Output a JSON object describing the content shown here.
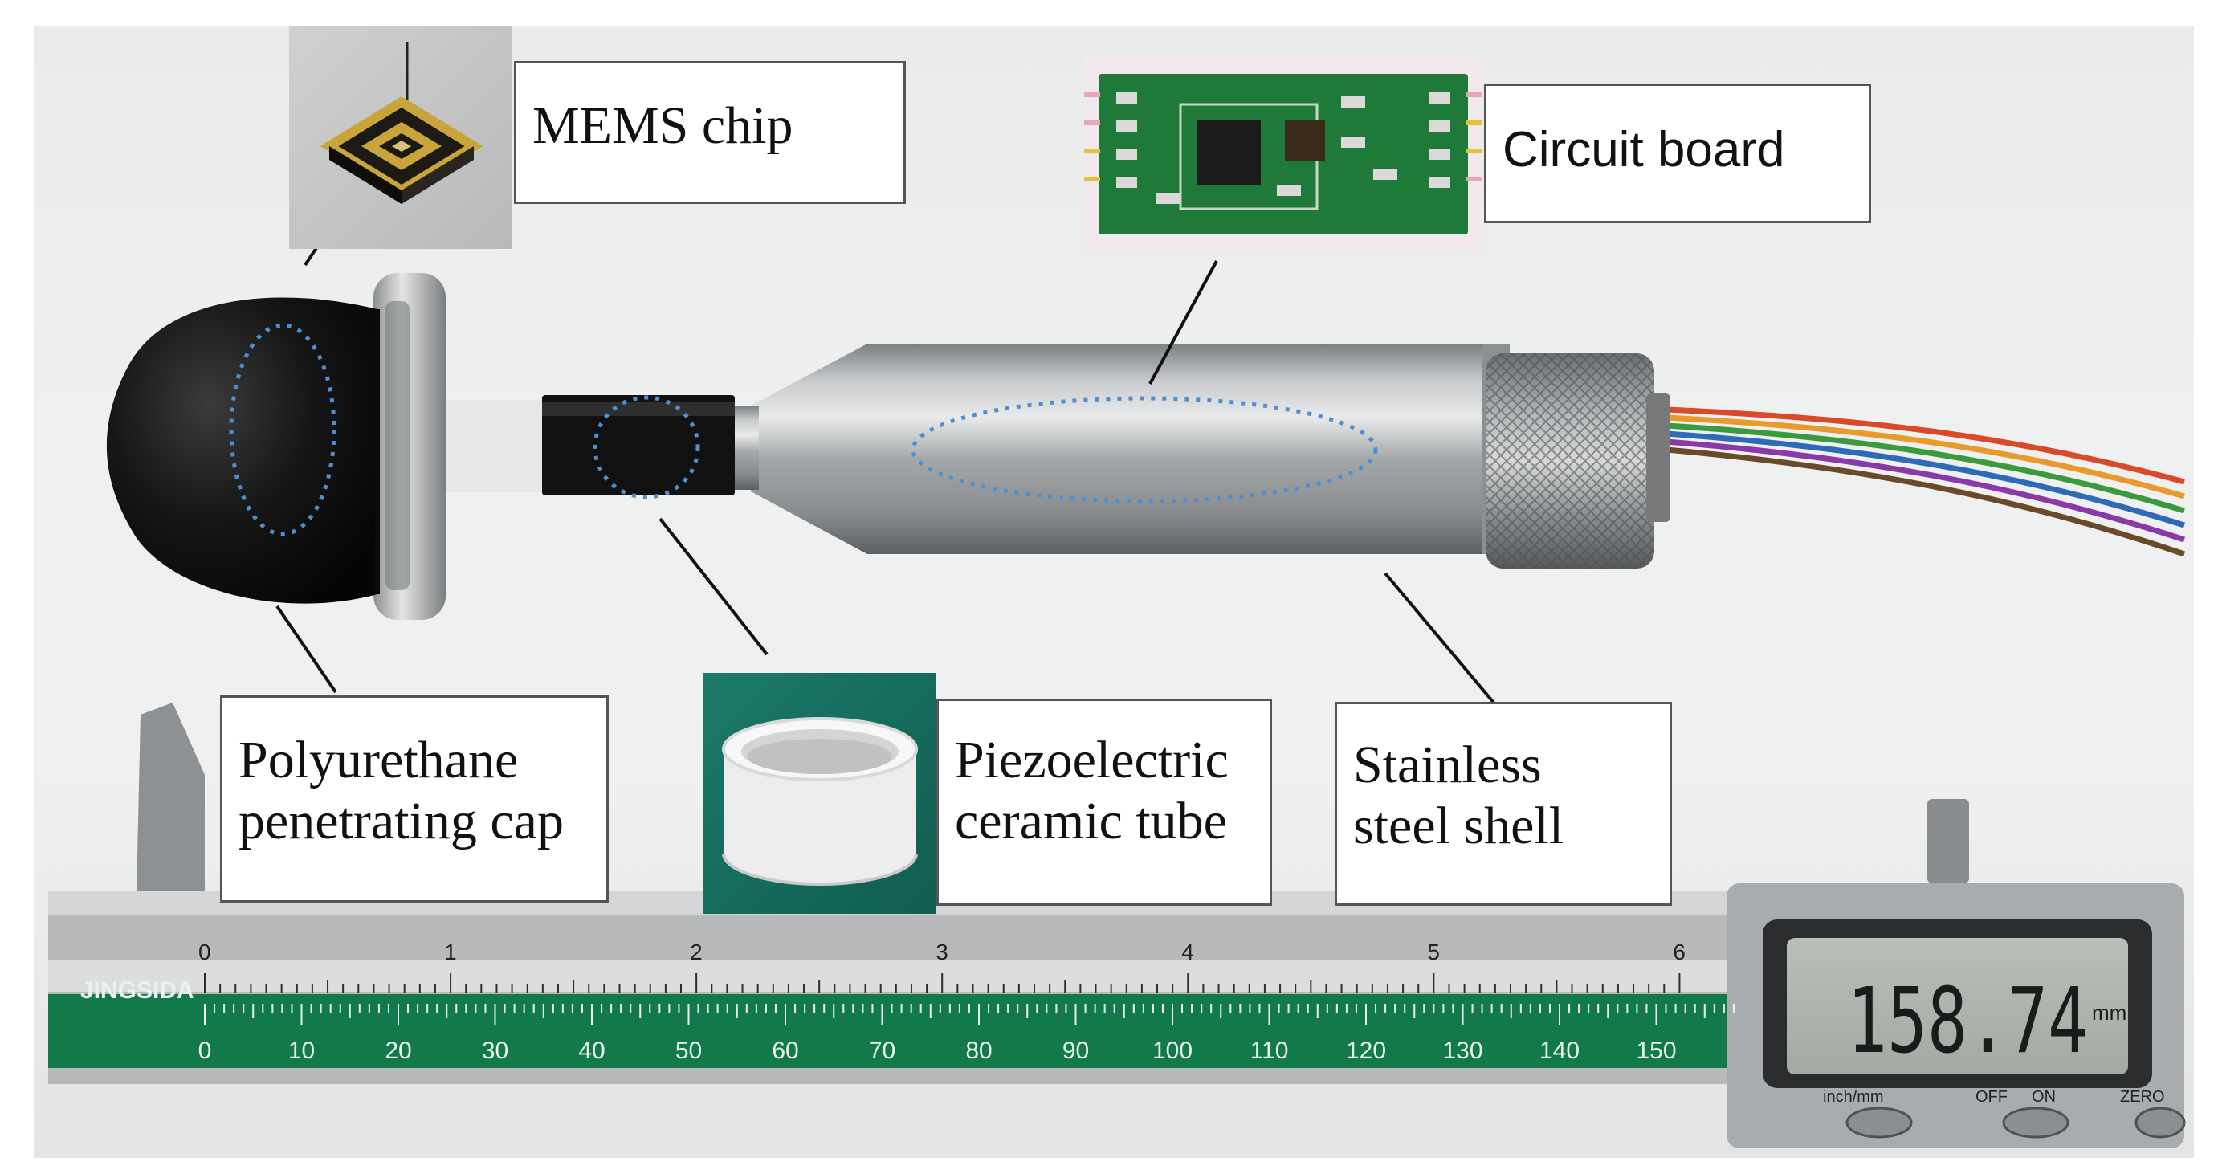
{
  "labels": {
    "mems_chip": "MEMS chip",
    "circuit_board": "Circuit board",
    "cap_line1": "Polyurethane",
    "cap_line2": "penetrating cap",
    "tube_line1": "Piezoelectric",
    "tube_line2": "ceramic tube",
    "shell_line1": "Stainless",
    "shell_line2": "steel shell"
  },
  "caliper": {
    "brand": "JINGSIDA",
    "inch_ticks": [
      "0",
      "1",
      "2",
      "3",
      "4",
      "5",
      "6"
    ],
    "mm_ticks": [
      "0",
      "10",
      "20",
      "30",
      "40",
      "50",
      "60",
      "70",
      "80",
      "90",
      "100",
      "110",
      "120",
      "130",
      "140",
      "150"
    ],
    "reading": "158.74",
    "unit": "mm",
    "buttons": [
      "inch/mm",
      "OFF",
      "ON",
      "ZERO"
    ]
  },
  "colors": {
    "cap": "#141414",
    "steel": "#a9acae",
    "caliper_green": "#127a4a",
    "dotted_outline": "#4f8fd0",
    "pcb_green": "#1f7a3a"
  }
}
